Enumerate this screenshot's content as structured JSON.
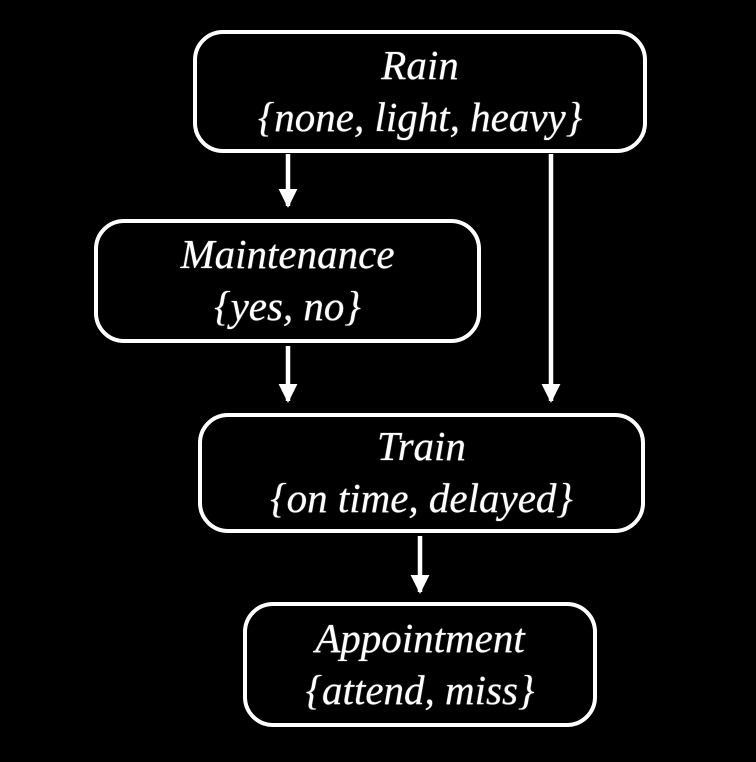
{
  "diagram": {
    "type": "bayesian-network",
    "nodes": [
      {
        "id": "rain",
        "label": "Rain",
        "domain": "{none, light, heavy}"
      },
      {
        "id": "maintenance",
        "label": "Maintenance",
        "domain": "{yes, no}"
      },
      {
        "id": "train",
        "label": "Train",
        "domain": "{on time, delayed}"
      },
      {
        "id": "appointment",
        "label": "Appointment",
        "domain": "{attend, miss}"
      }
    ],
    "edges": [
      {
        "from": "rain",
        "to": "maintenance"
      },
      {
        "from": "rain",
        "to": "train"
      },
      {
        "from": "maintenance",
        "to": "train"
      },
      {
        "from": "train",
        "to": "appointment"
      }
    ],
    "colors": {
      "background": "#000000",
      "node_border": "#ffffff",
      "text": "#ffffff",
      "arrow": "#ffffff"
    }
  }
}
